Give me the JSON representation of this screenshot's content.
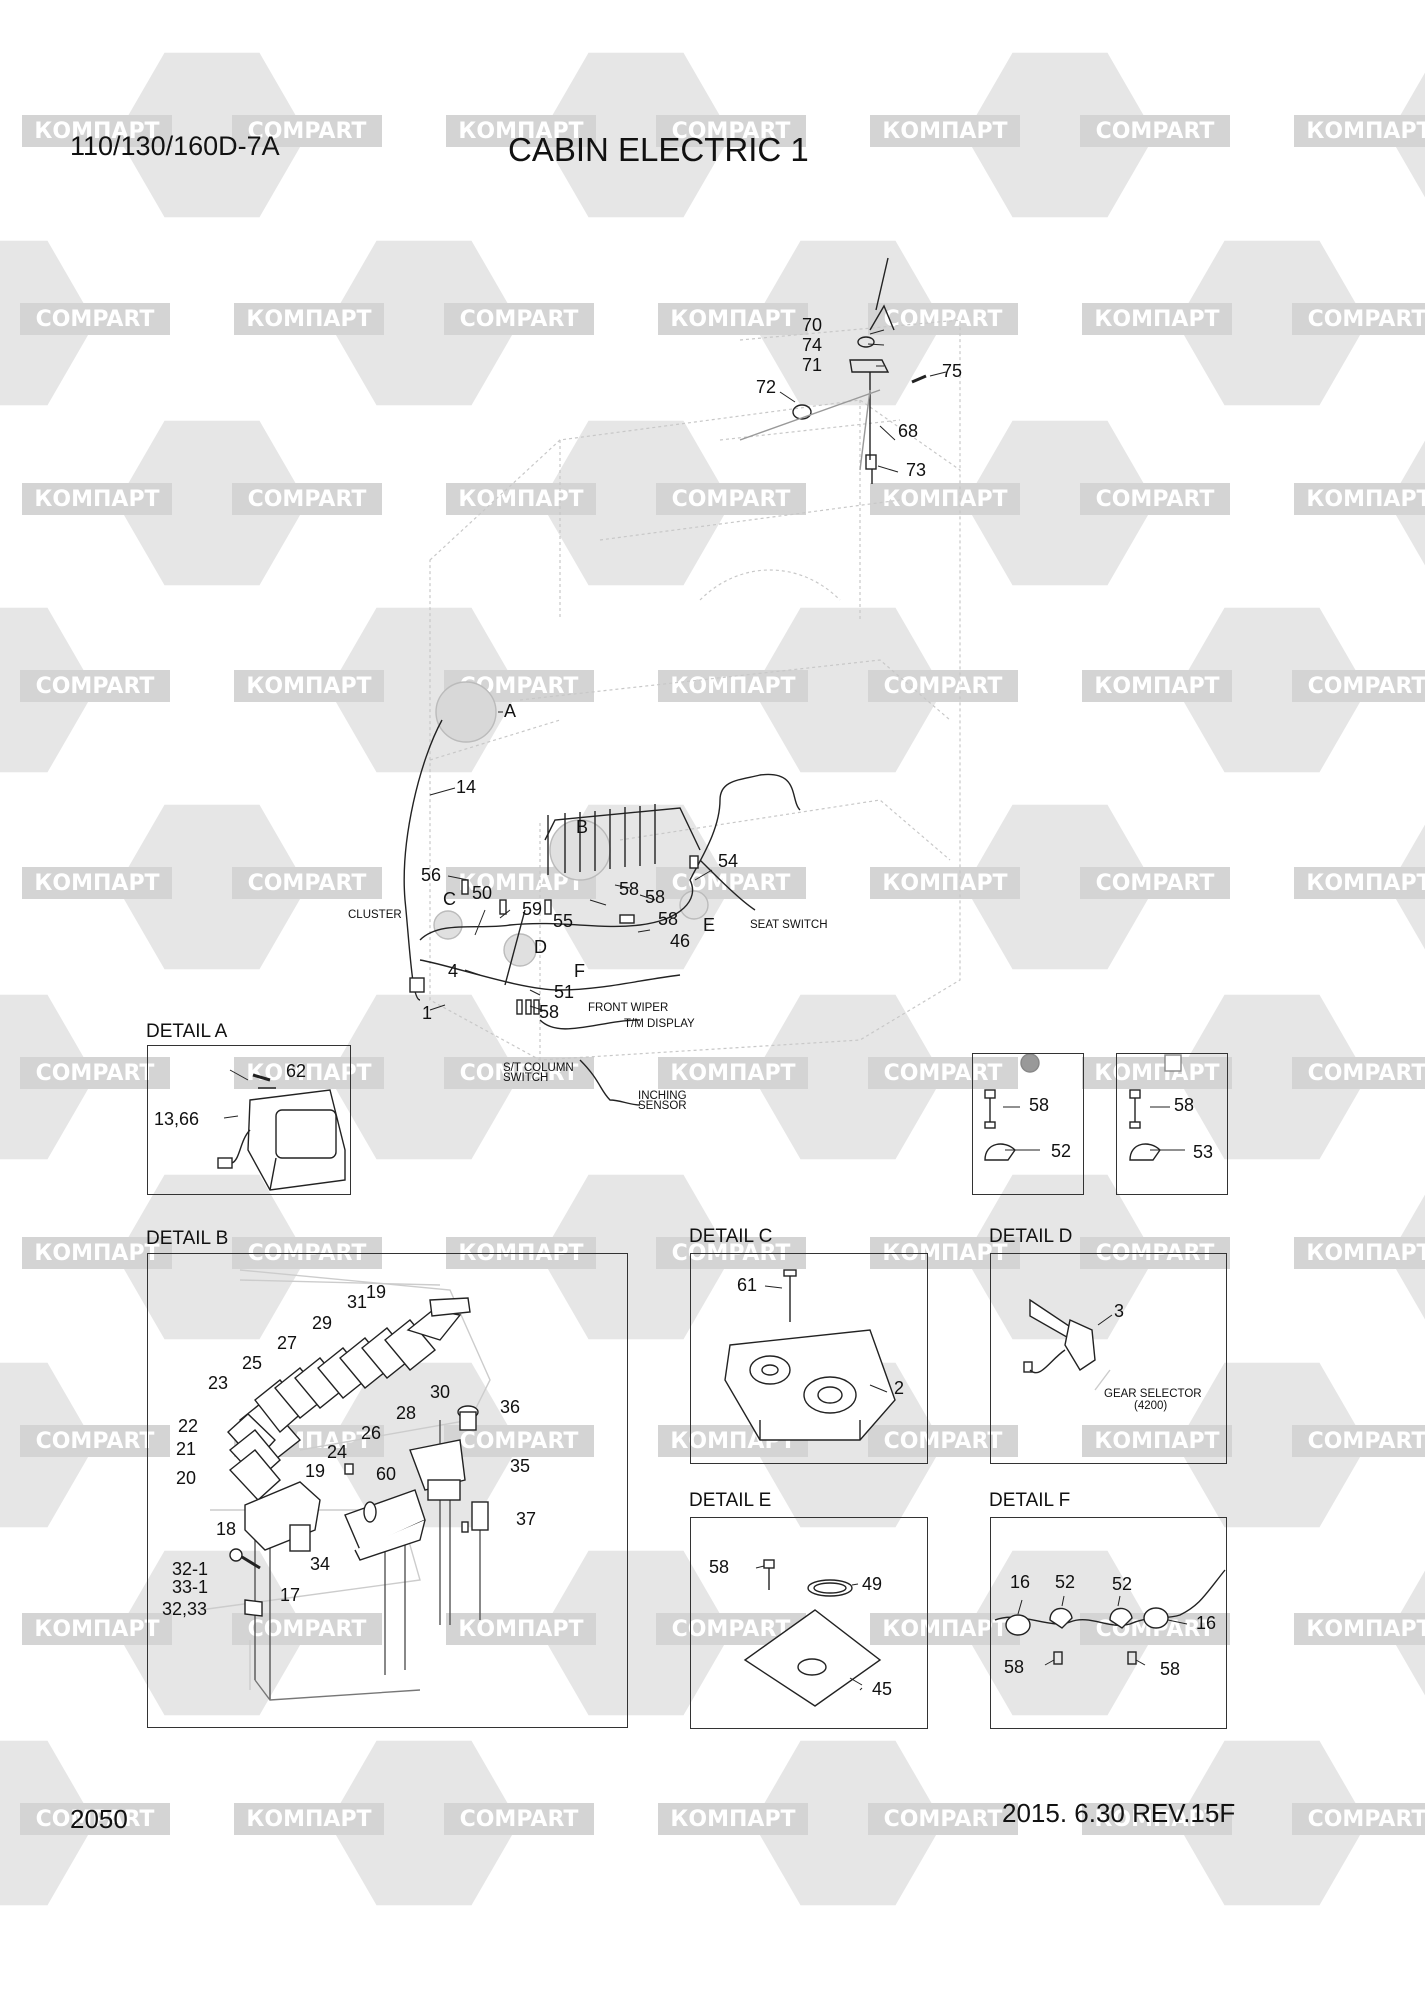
{
  "header": {
    "model": "110/130/160D-7A",
    "title": "CABIN ELECTRIC 1"
  },
  "footer": {
    "page_number": "2050",
    "revision": "2015. 6.30 REV.15F"
  },
  "watermark": {
    "texts": [
      "КОМПАРТ",
      "COMPART"
    ]
  },
  "main_labels": {
    "antenna": [
      "70",
      "74",
      "71",
      "75",
      "72",
      "68",
      "73"
    ],
    "harness": [
      "A",
      "14",
      "B",
      "54",
      "56",
      "C",
      "50",
      "59",
      "58",
      "58",
      "58",
      "55",
      "E",
      "46",
      "D",
      "4",
      "F",
      "51",
      "1",
      "58"
    ],
    "cluster": "CLUSTER",
    "seat_switch": "SEAT SWITCH",
    "front_wiper": "FRONT WIPER",
    "tm_display": "T/M DISPLAY",
    "st_column_switch": [
      "S/T COLUMN",
      "SWITCH"
    ],
    "inching_sensor": [
      "INCHING",
      "SENSOR"
    ]
  },
  "details": {
    "a": {
      "title": "DETAIL A",
      "labels": [
        "62",
        "13,66"
      ]
    },
    "circle": {
      "labels": [
        "58",
        "52"
      ]
    },
    "square": {
      "labels": [
        "58",
        "53"
      ]
    },
    "b": {
      "title": "DETAIL B",
      "labels": [
        "19",
        "31",
        "29",
        "27",
        "25",
        "23",
        "22",
        "21",
        "20",
        "30",
        "28",
        "26",
        "24",
        "19",
        "36",
        "35",
        "60",
        "18",
        "17",
        "34",
        "37",
        "32-1",
        "33-1",
        "32,33"
      ]
    },
    "c": {
      "title": "DETAIL C",
      "labels": [
        "61",
        "2"
      ]
    },
    "d": {
      "title": "DETAIL D",
      "labels": [
        "3"
      ],
      "gear_selector": [
        "GEAR SELECTOR",
        "(4200)"
      ]
    },
    "e": {
      "title": "DETAIL E",
      "labels": [
        "58",
        "49",
        "45"
      ]
    },
    "f": {
      "title": "DETAIL F",
      "labels": [
        "16",
        "52",
        "52",
        "16",
        "58",
        "58"
      ]
    }
  }
}
